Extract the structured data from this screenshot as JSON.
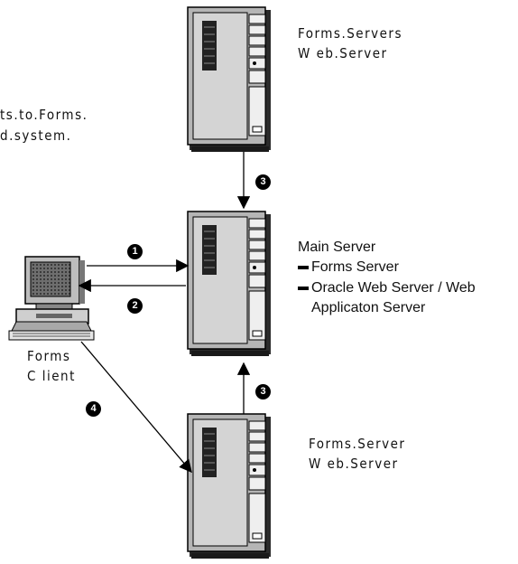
{
  "top_server": {
    "line1": "Forms.Servers",
    "line2": "W eb.Server"
  },
  "left_text": {
    "line1": "ts.to.Forms.",
    "line2": "d.system."
  },
  "main_server": {
    "title": "Main Server",
    "items": [
      "Forms Server",
      "Oracle Web Server / Web",
      "Applicaton Server"
    ]
  },
  "client": {
    "line1": "Forms",
    "line2": "C lient"
  },
  "bottom_server": {
    "line1": "Forms.Server",
    "line2": "W eb.Server"
  },
  "badges": {
    "b1": "1",
    "b2": "2",
    "b3_top": "3",
    "b3_bottom": "3",
    "b4": "4"
  }
}
